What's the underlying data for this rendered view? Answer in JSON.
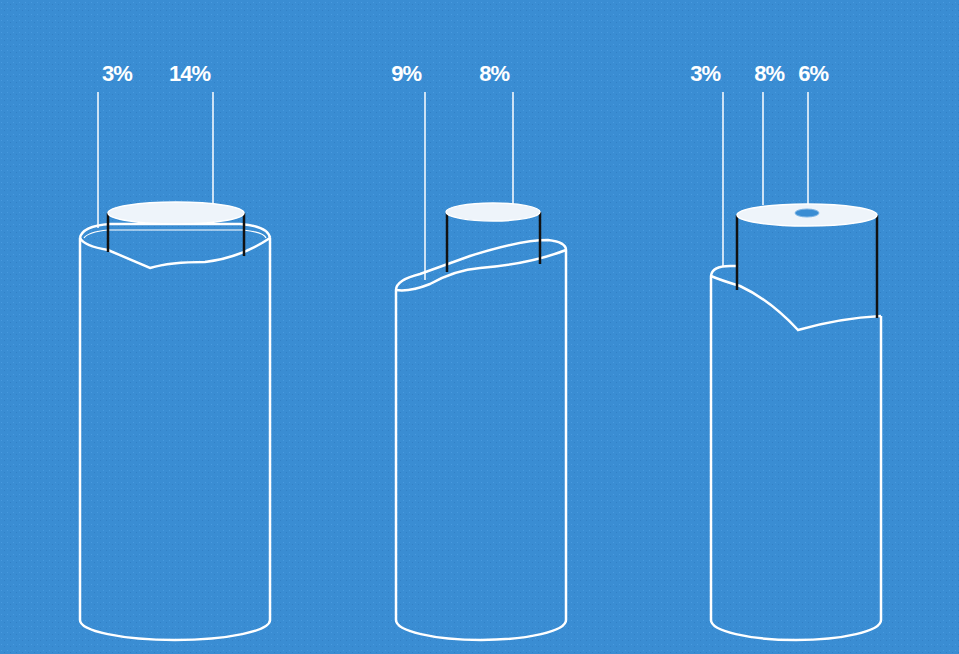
{
  "diagram": {
    "labels": [
      "3%",
      "14%",
      "9%",
      "8%",
      "3%",
      "8%",
      "6%"
    ]
  }
}
